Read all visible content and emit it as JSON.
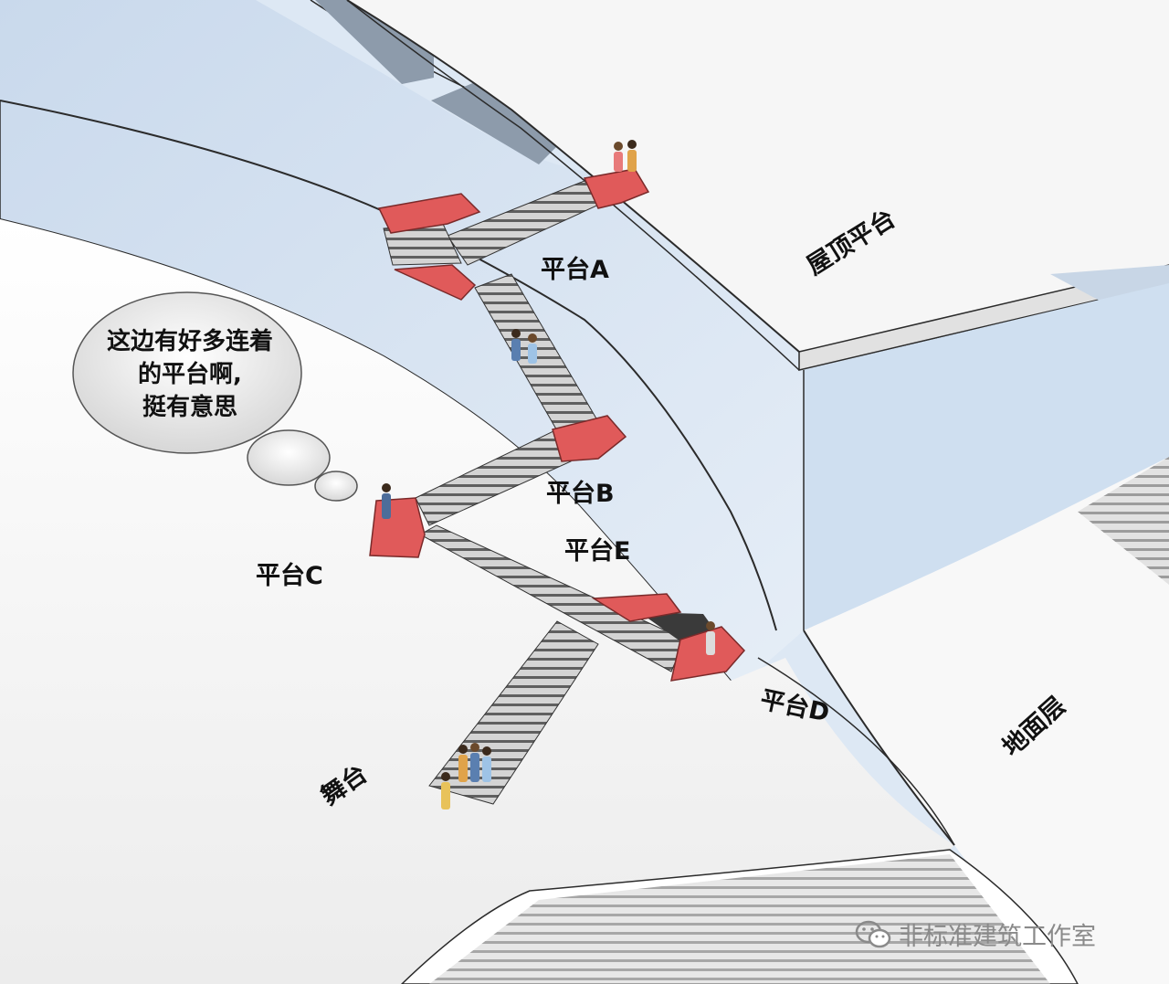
{
  "labels": {
    "roof_platform": "屋顶平台",
    "platform_a": "平台A",
    "platform_b": "平台B",
    "platform_c": "平台C",
    "platform_d": "平台D",
    "platform_e": "平台E",
    "ground_floor": "地面层",
    "stage": "舞台"
  },
  "speech_bubble": {
    "line1": "这边有好多连着",
    "line2": "的平台啊,",
    "line3": "挺有意思"
  },
  "watermark": {
    "text": "非标准建筑工作室",
    "icon": "wechat-icon"
  },
  "colors": {
    "platform_red": "#e05a5a",
    "wall_blue": "#d6e4f2",
    "floor_white": "#f4f4f4",
    "stair_grey": "#b9b9b9"
  }
}
